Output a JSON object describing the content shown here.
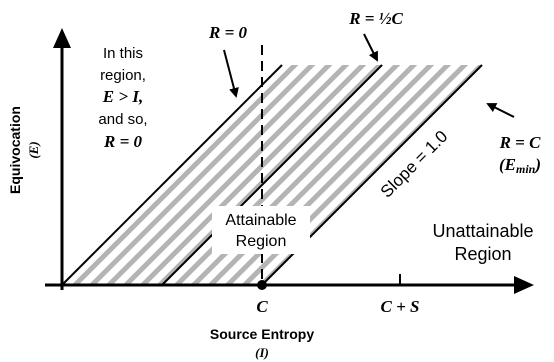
{
  "axes": {
    "x_title": "Source Entropy",
    "x_symbol": "(I)",
    "y_title": "Equivocation",
    "y_symbol": "(E)",
    "tick_c": "C",
    "tick_c_plus_s": "C + S"
  },
  "labels": {
    "r_zero": "R = 0",
    "r_half_c": "R = ½C",
    "r_c": "R = C",
    "e_min": "(E",
    "e_min_sub": "min",
    "e_min_close": ")",
    "slope": "Slope = 1.0",
    "attainable_line1": "Attainable",
    "attainable_line2": "Region",
    "unattainable_line1": "Unattainable",
    "unattainable_line2": "Region",
    "left_region_line1": "In this",
    "left_region_line2": "region,",
    "left_region_line3": "E > I,",
    "left_region_line4": "and so,",
    "left_region_line5": "R = 0"
  },
  "colors": {
    "hatch": "#b4b4b4",
    "ink": "#000000",
    "background": "#ffffff"
  }
}
